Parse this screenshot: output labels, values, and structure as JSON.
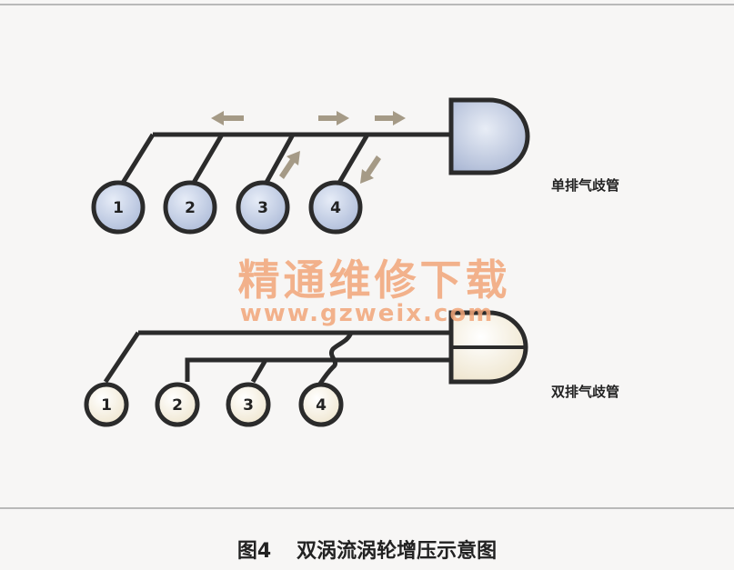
{
  "top_diagram": {
    "label": "单排气歧管",
    "cylinders": [
      "1",
      "2",
      "3",
      "4"
    ]
  },
  "bottom_diagram": {
    "label": "双排气歧管",
    "cylinders": [
      "1",
      "2",
      "3",
      "4"
    ]
  },
  "watermark": {
    "chinese": "精通维修下载",
    "url": "www.gzweix.com"
  },
  "caption": {
    "figure_number": "图4",
    "title": "双涡流涡轮增压示意图"
  },
  "colors": {
    "pipe": "#2b2b2b",
    "cylinder_top_fill": "#c9d3e8",
    "cylinder_bottom_fill": "#fbf7ec",
    "turbo_top_fill": "#c7d0e6",
    "turbo_bottom_fill": "#fbf7ec",
    "arrow": "#a59a86",
    "watermark": "#f2a679"
  }
}
